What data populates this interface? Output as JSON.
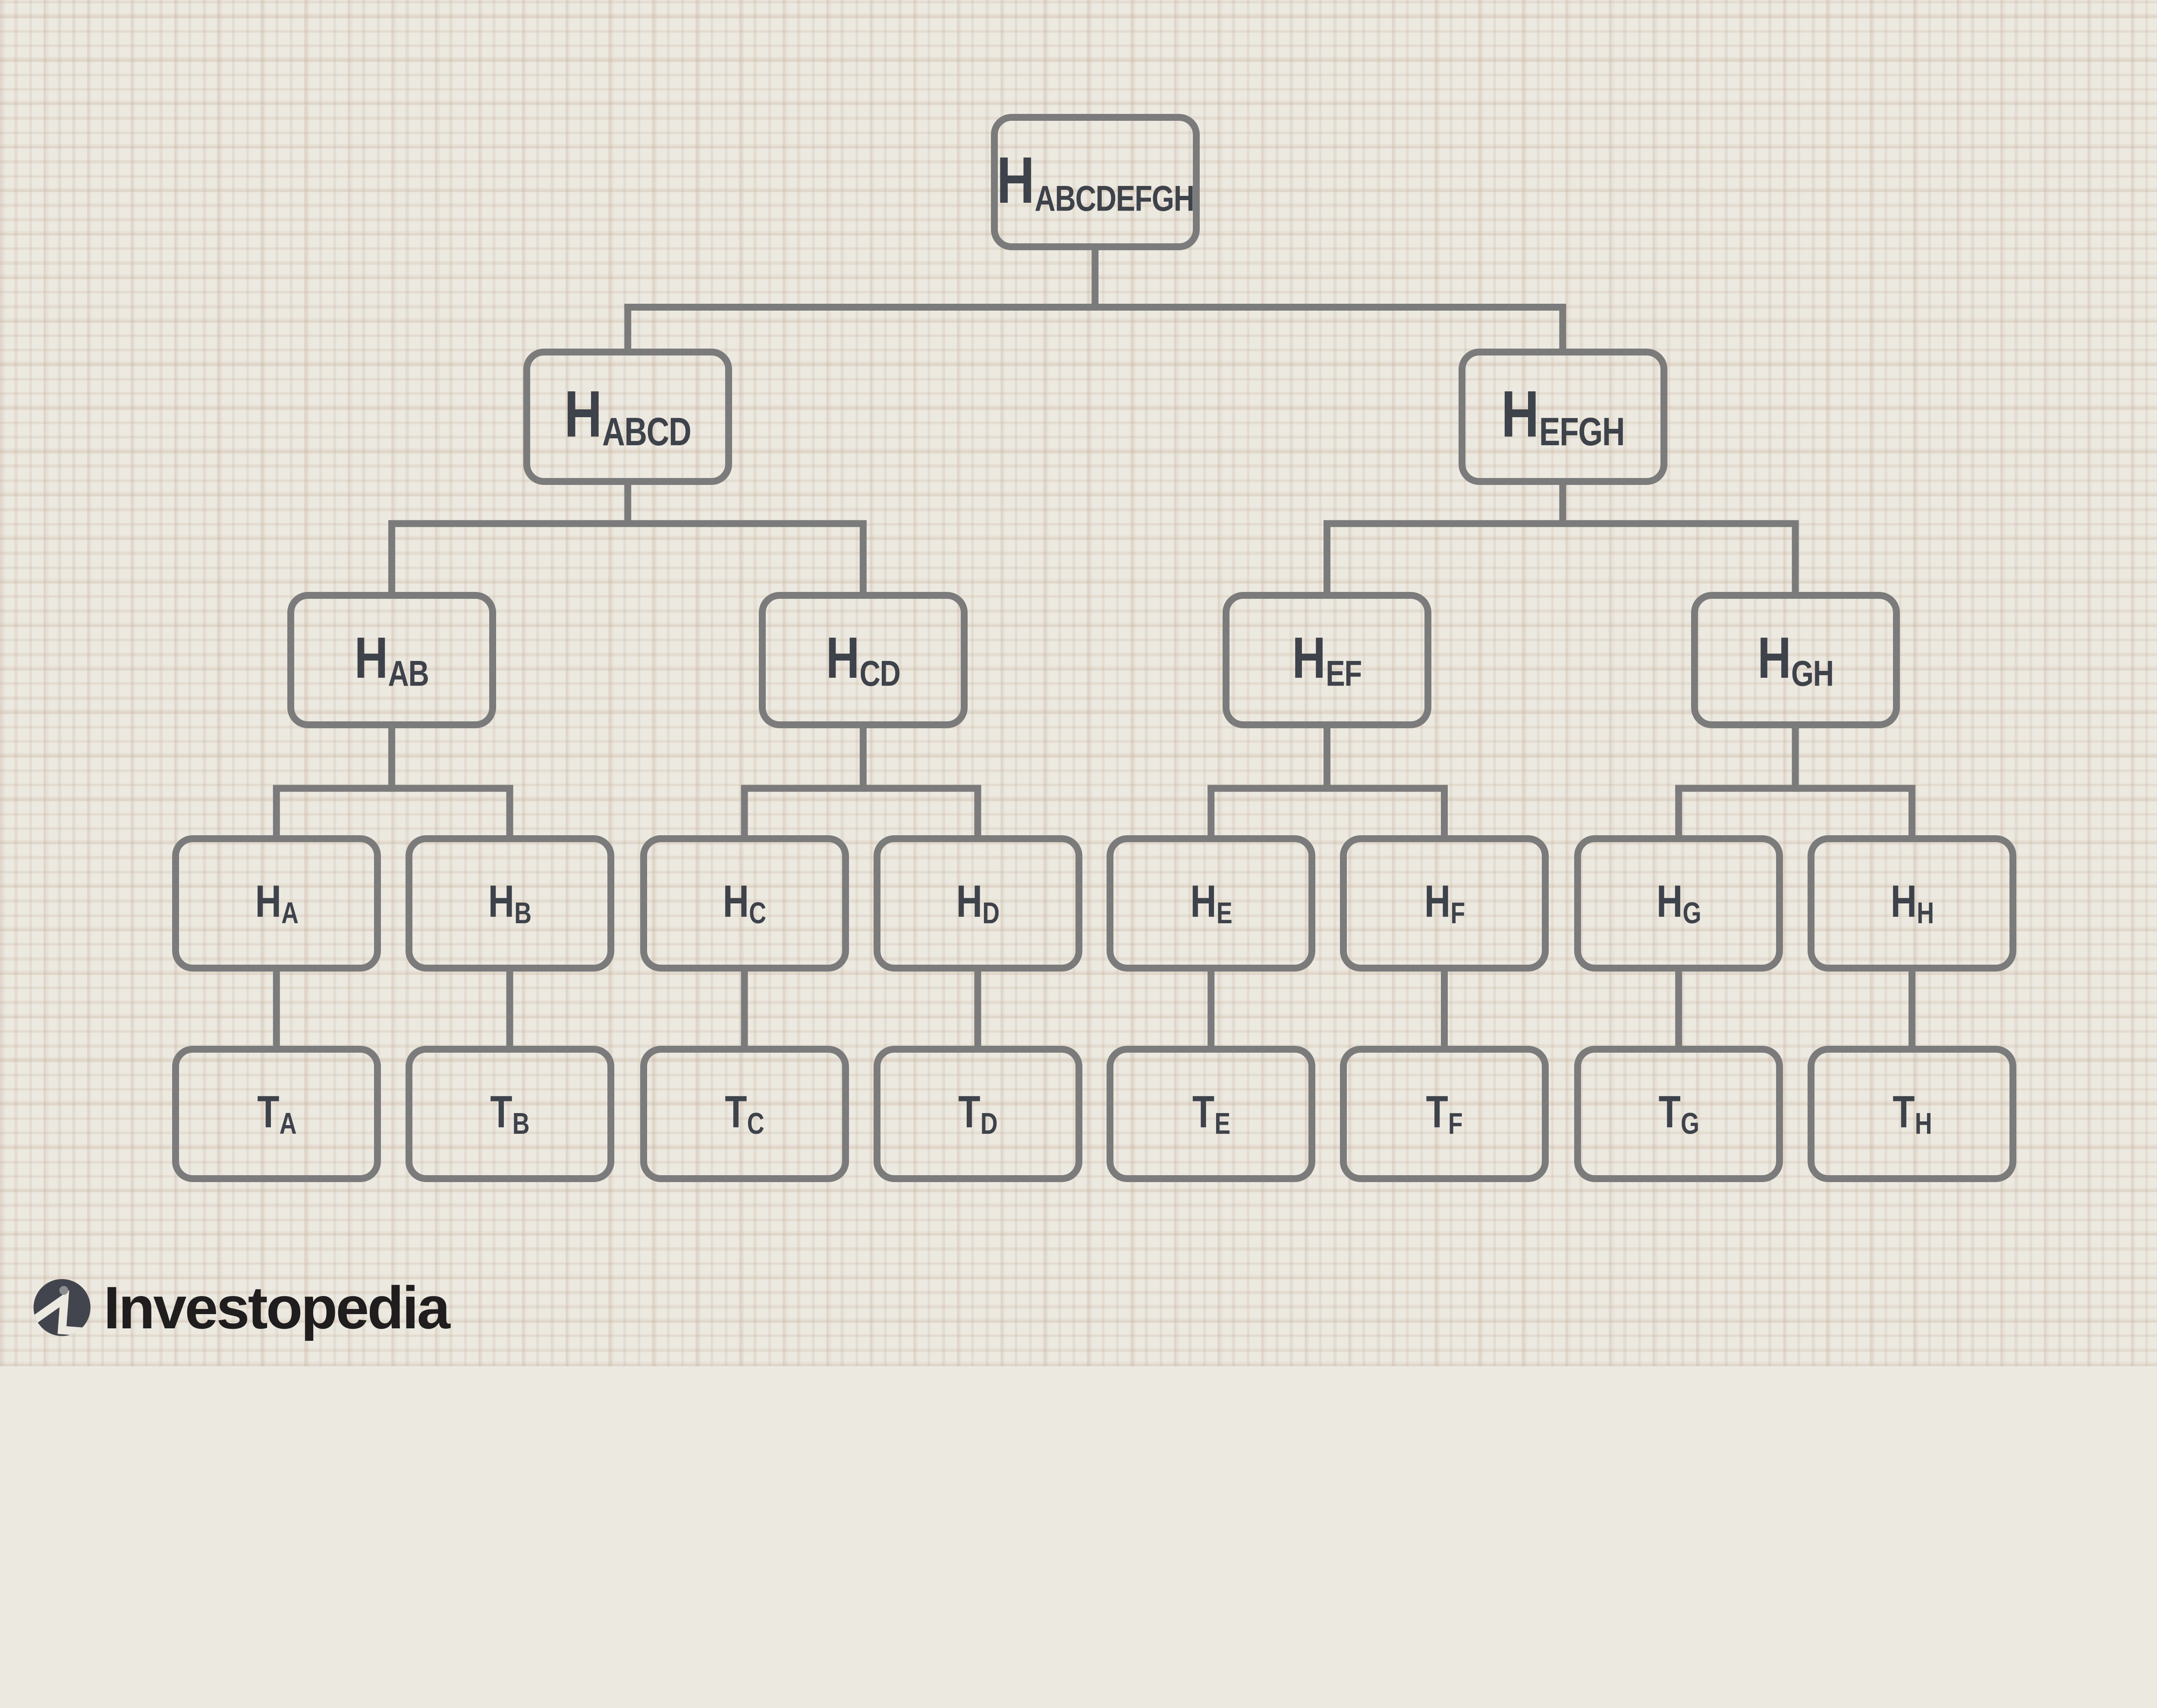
{
  "nodes": {
    "root": {
      "main": "H",
      "sub": "ABCDEFGH"
    },
    "h_abcd": {
      "main": "H",
      "sub": "ABCD"
    },
    "h_efgh": {
      "main": "H",
      "sub": "EFGH"
    },
    "h_ab": {
      "main": "H",
      "sub": "AB"
    },
    "h_cd": {
      "main": "H",
      "sub": "CD"
    },
    "h_ef": {
      "main": "H",
      "sub": "EF"
    },
    "h_gh": {
      "main": "H",
      "sub": "GH"
    },
    "h_a": {
      "main": "H",
      "sub": "A"
    },
    "h_b": {
      "main": "H",
      "sub": "B"
    },
    "h_c": {
      "main": "H",
      "sub": "C"
    },
    "h_d": {
      "main": "H",
      "sub": "D"
    },
    "h_e": {
      "main": "H",
      "sub": "E"
    },
    "h_f": {
      "main": "H",
      "sub": "F"
    },
    "h_g": {
      "main": "H",
      "sub": "G"
    },
    "h_h": {
      "main": "H",
      "sub": "H"
    },
    "t_a": {
      "main": "T",
      "sub": "A"
    },
    "t_b": {
      "main": "T",
      "sub": "B"
    },
    "t_c": {
      "main": "T",
      "sub": "C"
    },
    "t_d": {
      "main": "T",
      "sub": "D"
    },
    "t_e": {
      "main": "T",
      "sub": "E"
    },
    "t_f": {
      "main": "T",
      "sub": "F"
    },
    "t_g": {
      "main": "T",
      "sub": "G"
    },
    "t_h": {
      "main": "T",
      "sub": "H"
    }
  },
  "branding": {
    "wordmark": "Investopedia"
  },
  "colors": {
    "background": "#ece9e1",
    "grid_line": "#ddd3c6",
    "node_border": "#7b7b7b",
    "connector": "#7b7b7b",
    "label_text": "#3e424a",
    "logo_mark": "#42454d",
    "logo_dot": "#8b8d91",
    "wordmark_text": "#201d1e"
  }
}
